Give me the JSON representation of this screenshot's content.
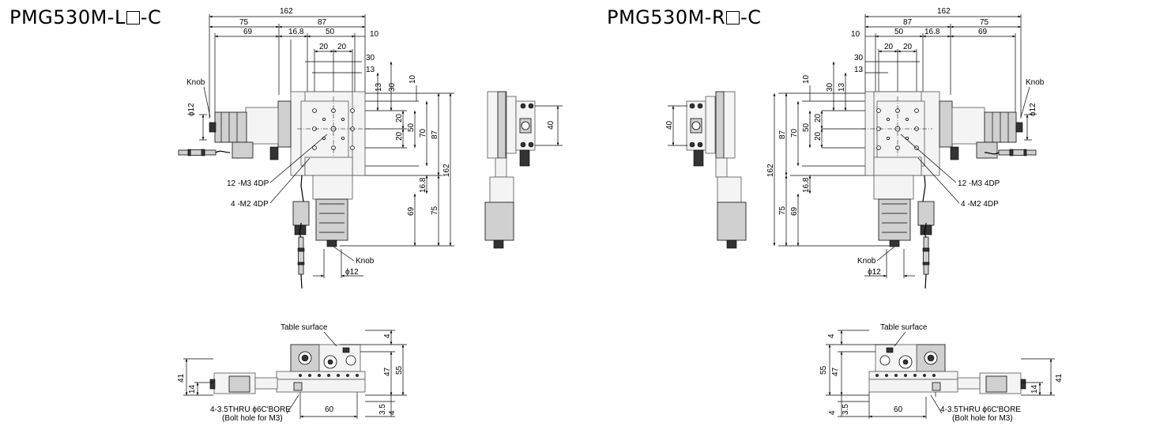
{
  "left": {
    "title_prefix": "PMG530M-L",
    "title_suffix": "-C",
    "dims": {
      "d162": "162",
      "d75": "75",
      "d87": "87",
      "d69": "69",
      "d16_8": "16.8",
      "d50": "50",
      "d10": "10",
      "d20a": "20",
      "d20b": "20",
      "d30": "30",
      "d13": "13",
      "v13": "13",
      "v30": "30",
      "v10": "10",
      "v20a": "20",
      "v50": "50",
      "v70": "70",
      "v87": "87",
      "v20b": "20",
      "v162": "162",
      "v16_8": "16.8",
      "v69": "69",
      "v75": "75",
      "phi12_v": "ϕ12",
      "phi12_h": "ϕ12",
      "side40": "40"
    },
    "labels": {
      "knob_top": "Knob",
      "knob_bottom": "Knob",
      "m3": "12 -M3 4DP",
      "m2": "4 -M2 4DP"
    },
    "bottom": {
      "table_surface": "Table surface",
      "d4": "4",
      "d47": "47",
      "d55": "55",
      "d41": "41",
      "d14": "14",
      "d60": "60",
      "d3_5": "3.5",
      "d4b": "4",
      "bore1": "4-3.5THRU ϕ6C'BORE",
      "bore2": "(Bolt hole for M3)"
    }
  },
  "right": {
    "title_prefix": "PMG530M-R",
    "title_suffix": "-C",
    "dims": {
      "d162": "162",
      "d87": "87",
      "d75": "75",
      "d10": "10",
      "d50": "50",
      "d16_8": "16.8",
      "d69": "69",
      "d20a": "20",
      "d20b": "20",
      "d30": "30",
      "d13": "13",
      "v10": "10",
      "v30": "30",
      "v13": "13",
      "v70": "70",
      "v50": "50",
      "v20a": "20",
      "v20b": "20",
      "v87": "87",
      "v162": "162",
      "v16_8": "16.8",
      "v75": "75",
      "v69": "69",
      "phi12_v": "ϕ12",
      "phi12_h": "ϕ12",
      "side40": "40"
    },
    "labels": {
      "knob_top": "Knob",
      "knob_bottom": "Knob",
      "m3": "12 -M3 4DP",
      "m2": "4 -M2 4DP"
    },
    "bottom": {
      "table_surface": "Table surface",
      "d4": "4",
      "d55": "55",
      "d47": "47",
      "d41": "41",
      "d14": "14",
      "d60": "60",
      "d3_5": "3.5",
      "d4b": "4",
      "bore1": "4-3.5THRU ϕ6C'BORE",
      "bore2": "(Bolt hole for M3)"
    }
  }
}
